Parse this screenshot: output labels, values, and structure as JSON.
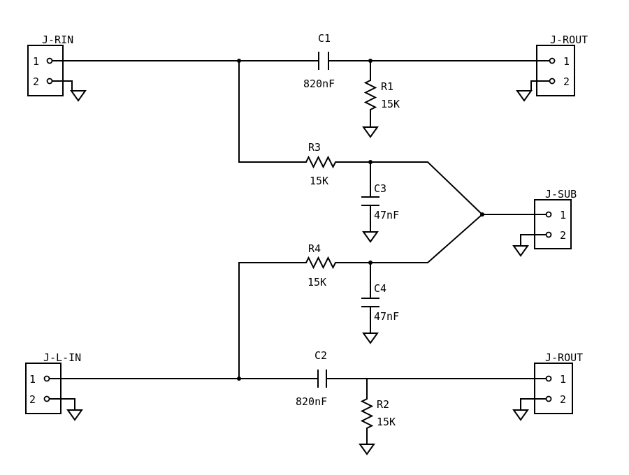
{
  "connectors": {
    "j_rin": {
      "name": "J-RIN",
      "pin1": "1",
      "pin2": "2"
    },
    "j_rout_top": {
      "name": "J-ROUT",
      "pin1": "1",
      "pin2": "2"
    },
    "j_sub": {
      "name": "J-SUB",
      "pin1": "1",
      "pin2": "2"
    },
    "j_lin": {
      "name": "J-L-IN",
      "pin1": "1",
      "pin2": "2"
    },
    "j_rout_bottom": {
      "name": "J-ROUT",
      "pin1": "1",
      "pin2": "2"
    }
  },
  "components": {
    "c1": {
      "ref": "C1",
      "value": "820nF"
    },
    "r1": {
      "ref": "R1",
      "value": "15K"
    },
    "r3": {
      "ref": "R3",
      "value": "15K"
    },
    "c3": {
      "ref": "C3",
      "value": "47nF"
    },
    "r4": {
      "ref": "R4",
      "value": "15K"
    },
    "c4": {
      "ref": "C4",
      "value": "47nF"
    },
    "c2": {
      "ref": "C2",
      "value": "820nF"
    },
    "r2": {
      "ref": "R2",
      "value": "15K"
    }
  }
}
